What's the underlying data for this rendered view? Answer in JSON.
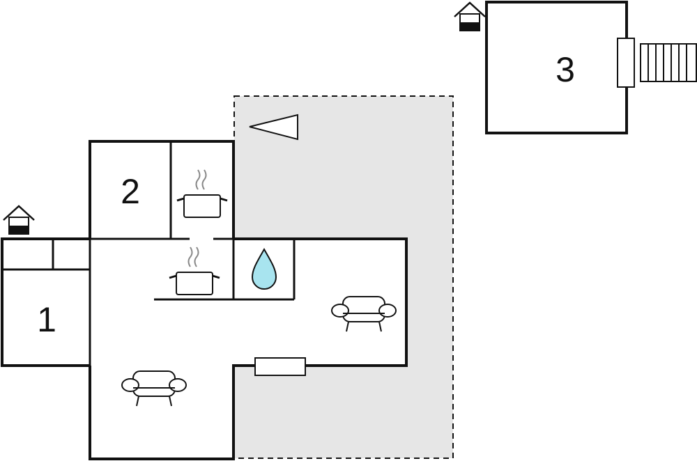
{
  "rooms": [
    {
      "label": "1"
    },
    {
      "label": "2"
    },
    {
      "label": "3"
    }
  ],
  "colors": {
    "wall": "#111111",
    "terrace": "#e6e6e6",
    "water_drop": "#a8e4ef",
    "steam": "#888888"
  },
  "icons": [
    "outhouse-icon",
    "cooking-pot-icon",
    "water-drop-icon",
    "sofa-icon",
    "direction-arrow-icon",
    "stairs-icon"
  ]
}
